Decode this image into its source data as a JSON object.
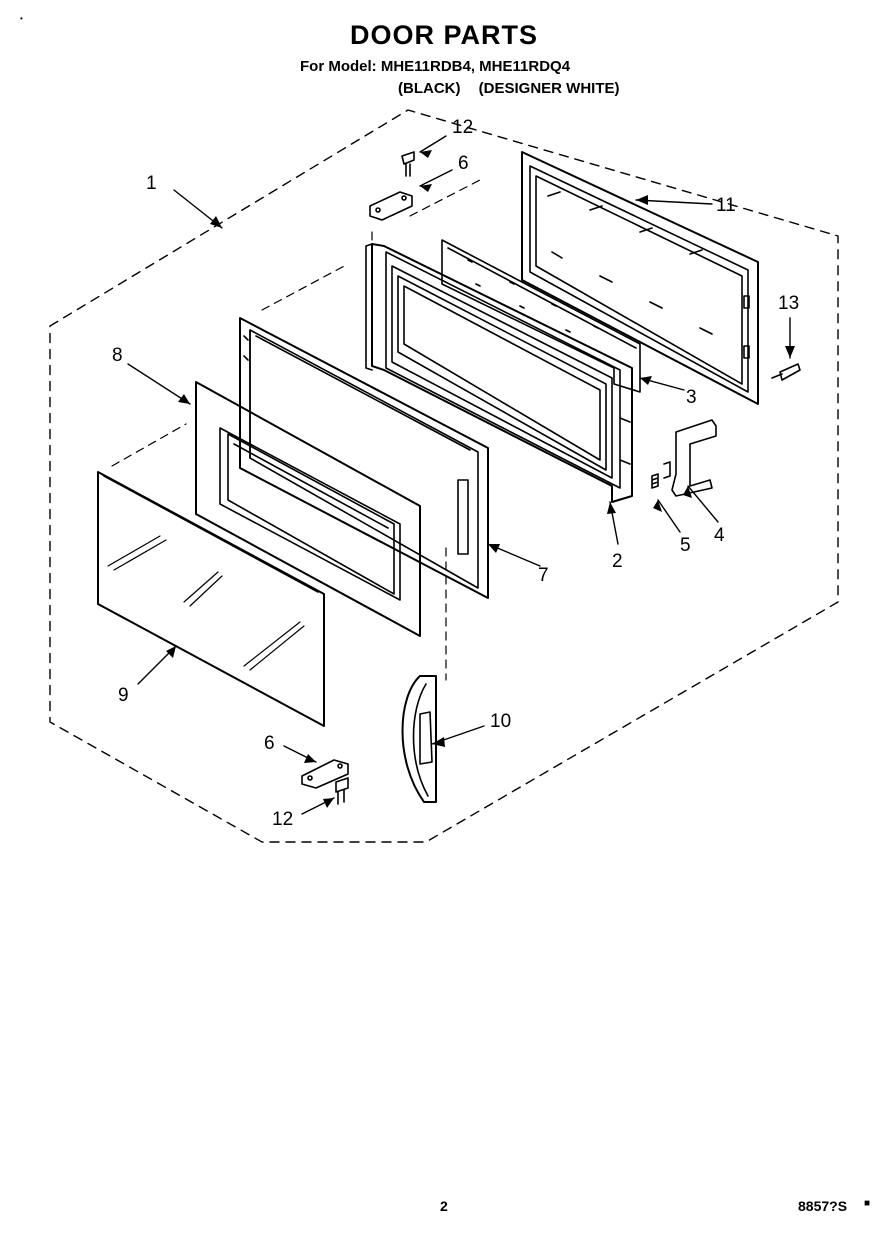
{
  "header": {
    "title": "DOOR PARTS",
    "model_line": "For Model: MHE11RDB4, MHE11RDQ4",
    "variants": [
      "(BLACK)",
      "(DESIGNER WHITE)"
    ]
  },
  "callouts": [
    {
      "id": "1",
      "label": "1"
    },
    {
      "id": "12a",
      "label": "12"
    },
    {
      "id": "6a",
      "label": "6"
    },
    {
      "id": "11",
      "label": "11"
    },
    {
      "id": "13",
      "label": "13"
    },
    {
      "id": "8",
      "label": "8"
    },
    {
      "id": "3",
      "label": "3"
    },
    {
      "id": "4",
      "label": "4"
    },
    {
      "id": "5",
      "label": "5"
    },
    {
      "id": "2",
      "label": "2"
    },
    {
      "id": "7",
      "label": "7"
    },
    {
      "id": "9",
      "label": "9"
    },
    {
      "id": "10",
      "label": "10"
    },
    {
      "id": "6b",
      "label": "6"
    },
    {
      "id": "12b",
      "label": "12"
    }
  ],
  "footer": {
    "page_number": "2",
    "doc_code": "8857?S",
    "end_mark": "■"
  }
}
